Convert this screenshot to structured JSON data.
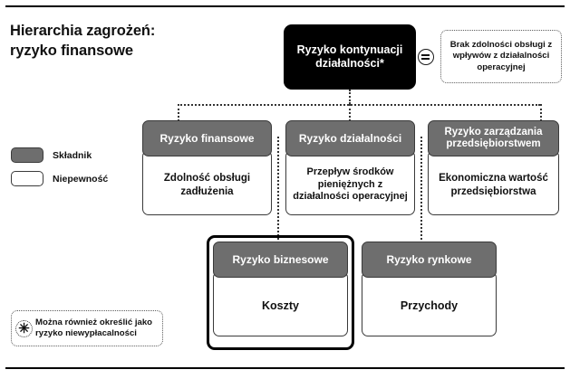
{
  "page": {
    "title_line1": "Hierarchia zagrożeń:",
    "title_line2": "ryzyko finansowe"
  },
  "root": {
    "label": "Ryzyko kontynuacji działalności*"
  },
  "equals_icon": "equals-in-circle-icon",
  "callout_top": {
    "text": "Brak zdolności obsługi z wpływów z działalności operacyjnej"
  },
  "footnote": {
    "marker": "✳",
    "text": "Można również określić jako ryzyko niewypłacalności"
  },
  "legend": {
    "items": [
      {
        "label": "Składnik",
        "swatch": "solid",
        "color": "#6e6e6e"
      },
      {
        "label": "Niepewność",
        "swatch": "hollow",
        "color": "#ffffff"
      }
    ]
  },
  "middle_row": [
    {
      "head": "Ryzyko finansowe",
      "body": "Zdolność obsługi zadłużenia"
    },
    {
      "head": "Ryzyko działalności",
      "body": "Przepływ środków pieniężnych z działalności operacyjnej"
    },
    {
      "head": "Ryzyko zarządzania przedsiębiorstwem",
      "body": "Ekonomiczna wartość przedsiębiorstwa"
    }
  ],
  "bottom_row": [
    {
      "head": "Ryzyko biznesowe",
      "body": "Koszty"
    },
    {
      "head": "Ryzyko rynkowe",
      "body": "Przychody"
    }
  ],
  "colors": {
    "component_gray": "#6e6e6e",
    "root_black": "#000000",
    "text_dark": "#111111",
    "connector": "#333333"
  }
}
